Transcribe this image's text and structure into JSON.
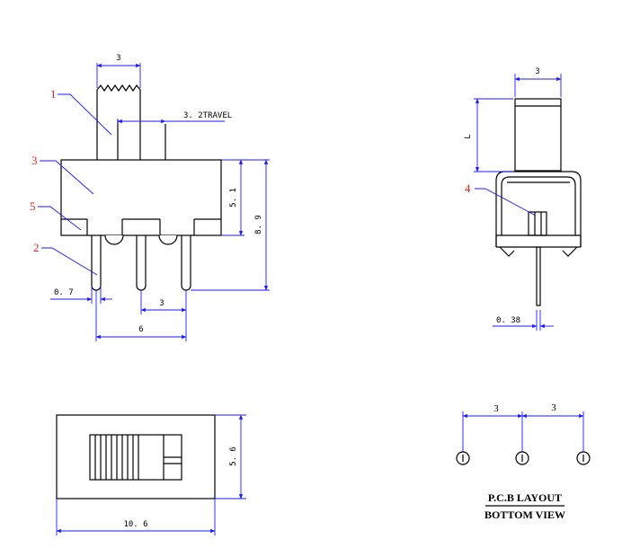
{
  "front_view": {
    "dims": {
      "actuator_width": "3",
      "travel": "3. 2TRAVEL",
      "body_height": "5. 1",
      "total_height": "8. 9",
      "pin_width": "0. 7",
      "pin_pitch": "3",
      "pin_span": "6"
    },
    "callouts": [
      "1",
      "3",
      "5",
      "2"
    ]
  },
  "side_view": {
    "dims": {
      "actuator_width": "3",
      "actuator_length": "L",
      "pin_thickness": "0. 38"
    },
    "callouts": [
      "4"
    ]
  },
  "top_view": {
    "dims": {
      "width": "5. 6",
      "length": "10. 6"
    }
  },
  "pcb_layout": {
    "pitch_left": "3",
    "pitch_right": "3",
    "title_line1": "P.C.B LAYOUT",
    "title_line2": "BOTTOM VIEW"
  },
  "colors": {
    "object_line": "#000000",
    "dimension_line": "#1a1aff",
    "callout_text": "#e8261e"
  }
}
